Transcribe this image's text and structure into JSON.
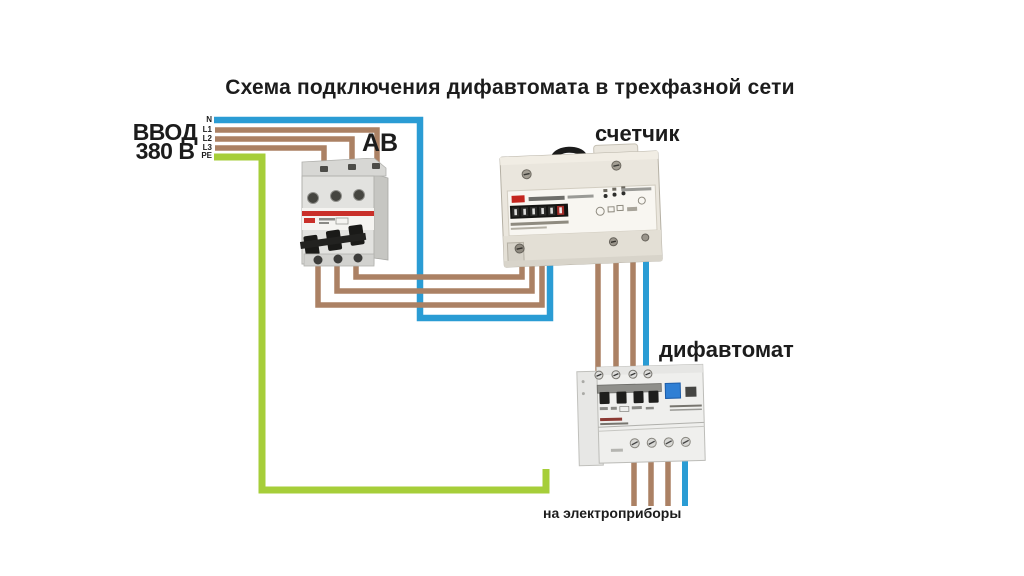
{
  "title": "Схема подключения дифавтомата в трехфазной сети",
  "source": {
    "label_line1": "ВВОД",
    "label_line2": "380 В"
  },
  "bus": {
    "wires": [
      {
        "name": "N",
        "color": "#2a9cd4"
      },
      {
        "name": "L1",
        "color": "#ab8164"
      },
      {
        "name": "L2",
        "color": "#ab8164"
      },
      {
        "name": "L3",
        "color": "#ab8164"
      },
      {
        "name": "PE",
        "color": "#a6ce39"
      }
    ]
  },
  "devices": {
    "breaker": {
      "label": "АВ"
    },
    "meter": {
      "label": "счетчик"
    },
    "rcbo": {
      "label": "дифавтомат"
    }
  },
  "output": {
    "label": "на электроприборы"
  },
  "colors": {
    "wire_neutral": "#2a9cd4",
    "wire_phase": "#ab8164",
    "wire_pe": "#a6ce39",
    "breaker_stripe": "#c9302a",
    "brand_logo": "#c4261f",
    "test_button": "#2f7fd4",
    "counter_drum_red": "#a32c28",
    "text": "#1c1c1c",
    "background": "#ffffff"
  }
}
